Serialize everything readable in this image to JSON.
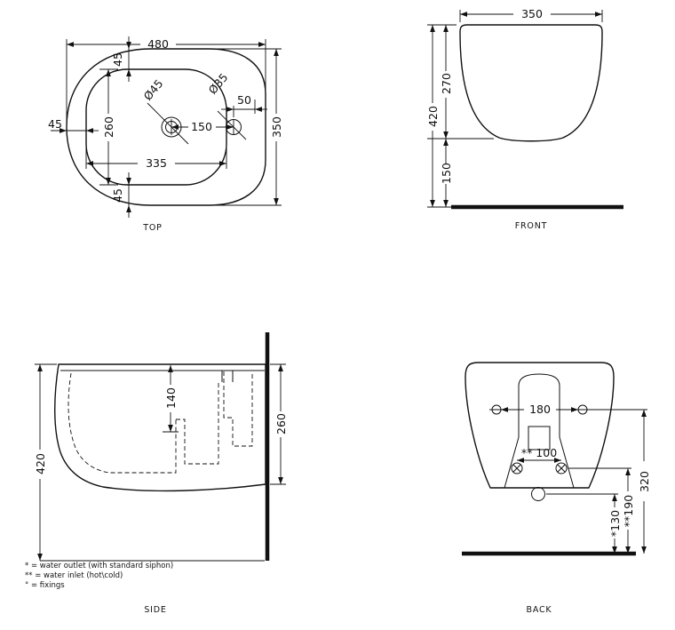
{
  "drawing": {
    "views": {
      "top": {
        "label": "TOP",
        "dims": {
          "overall_width": "480",
          "rim_top": "45",
          "overall_depth": "350",
          "rim_left": "45",
          "basin_depth": "260",
          "basin_width": "335",
          "drain_to_tap": "150",
          "tap_to_edge": "50",
          "drain_diameter": "Ø45",
          "tap_diameter": "Ø35",
          "rim_bottom": "45"
        }
      },
      "front": {
        "label": "FRONT",
        "dims": {
          "width": "350",
          "body_height": "270",
          "total_height": "420",
          "floor_clearance": "150"
        }
      },
      "side": {
        "label": "SIDE",
        "dims": {
          "basin_inner_depth": "140",
          "mount_height": "260",
          "total_height": "420"
        },
        "notes": [
          "* = water outlet (with standard siphon)",
          "** = water inlet (hot\\cold)",
          "° = fixings"
        ]
      },
      "back": {
        "label": "BACK",
        "dims": {
          "fixing_span": "180",
          "inlet_span": "** 100",
          "fixing_height": "320",
          "inlet_height": "**190",
          "outlet_height": "*130"
        }
      }
    }
  }
}
